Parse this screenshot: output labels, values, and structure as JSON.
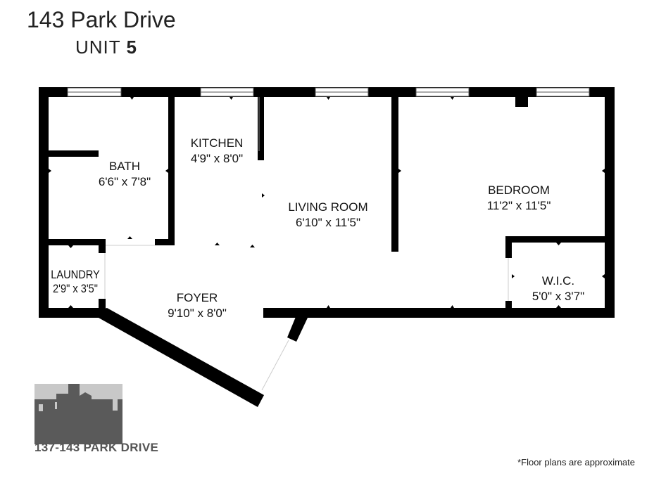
{
  "header": {
    "address": "143 Park Drive",
    "unit_label": "UNIT",
    "unit_number": "5"
  },
  "rooms": [
    {
      "name": "KITCHEN",
      "size": "4'9\" x 8'0\""
    },
    {
      "name": "BATH",
      "size": "6'6\" x 7'8\""
    },
    {
      "name": "LIVING ROOM",
      "size": "6'10\" x 11'5\""
    },
    {
      "name": "BEDROOM",
      "size": "11'2\" x 11'5\""
    },
    {
      "name": "LAUNDRY",
      "size": "2'9\" x 3'5\""
    },
    {
      "name": "FOYER",
      "size": "9'10\" x 8'0\""
    },
    {
      "name": "W.I.C.",
      "size": "5'0\" x 3'7\""
    }
  ],
  "logo": {
    "text": "137-143 PARK DRIVE"
  },
  "footer": {
    "note": "*Floor plans are approximate"
  },
  "colors": {
    "wall": "#000000",
    "logo_dark": "#5a5a5a",
    "logo_light": "#c8c8c8"
  }
}
